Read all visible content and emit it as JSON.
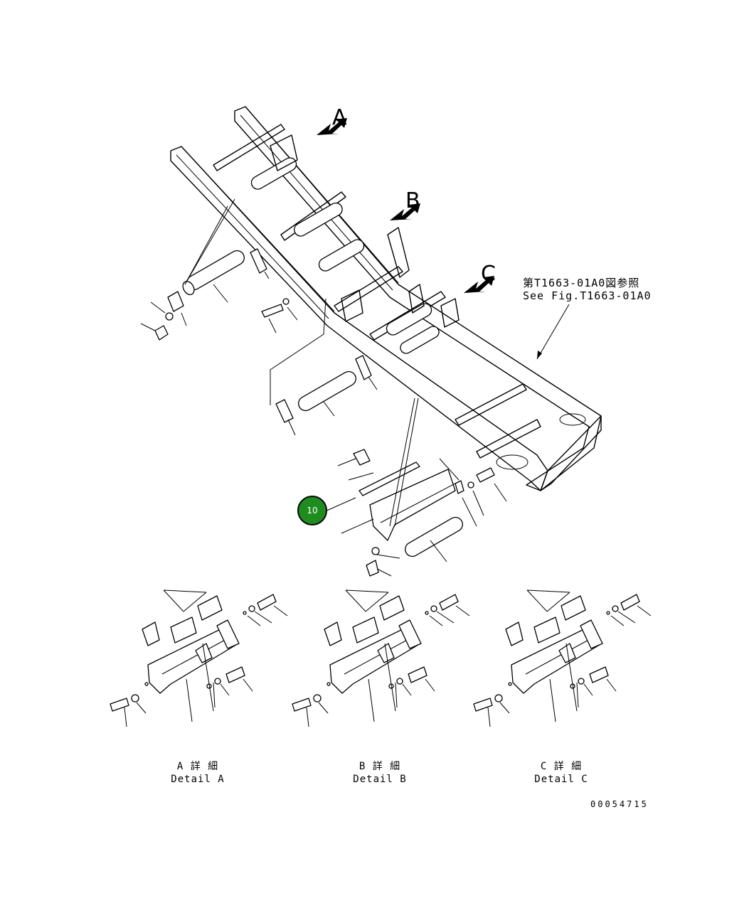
{
  "views": {
    "a": "A",
    "b": "B",
    "c": "C"
  },
  "reference": {
    "line_jp": "第T1663-01A0図参照",
    "line_en": "See Fig.T1663-01A0"
  },
  "callout": {
    "number": "10",
    "color": "#1e8c1e"
  },
  "details": [
    {
      "jp": "A 詳 細",
      "en": "Detail A"
    },
    {
      "jp": "B 詳 細",
      "en": "Detail B"
    },
    {
      "jp": "C 詳 細",
      "en": "Detail C"
    }
  ],
  "figure_number": "00054715",
  "colors": {
    "line": "#000000",
    "background": "#ffffff"
  }
}
